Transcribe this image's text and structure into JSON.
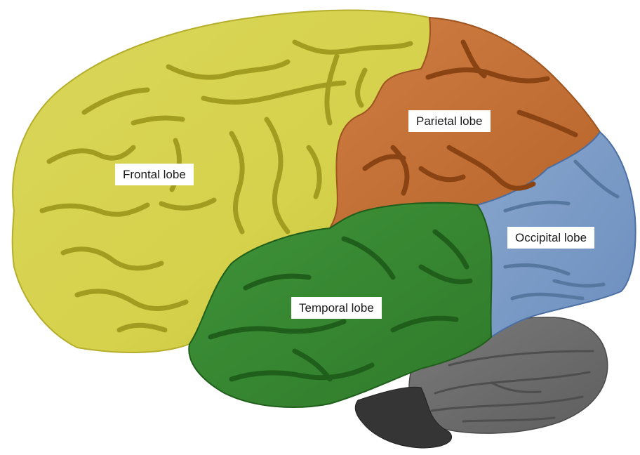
{
  "labels": {
    "frontal": "Frontal lobe",
    "parietal": "Parietal lobe",
    "occipital": "Occipital lobe",
    "temporal": "Temporal lobe"
  },
  "colors": {
    "frontal": "#d4d04a",
    "frontal_sulci": "#9e9a1e",
    "parietal": "#c9743a",
    "parietal_sulci": "#8a4414",
    "occipital": "#7e9ec8",
    "occipital_sulci": "#4a6a9a",
    "temporal": "#3a8a34",
    "temporal_sulci": "#1c5c18",
    "cerebellum": "#6e6e6e",
    "brainstem": "#333333"
  }
}
